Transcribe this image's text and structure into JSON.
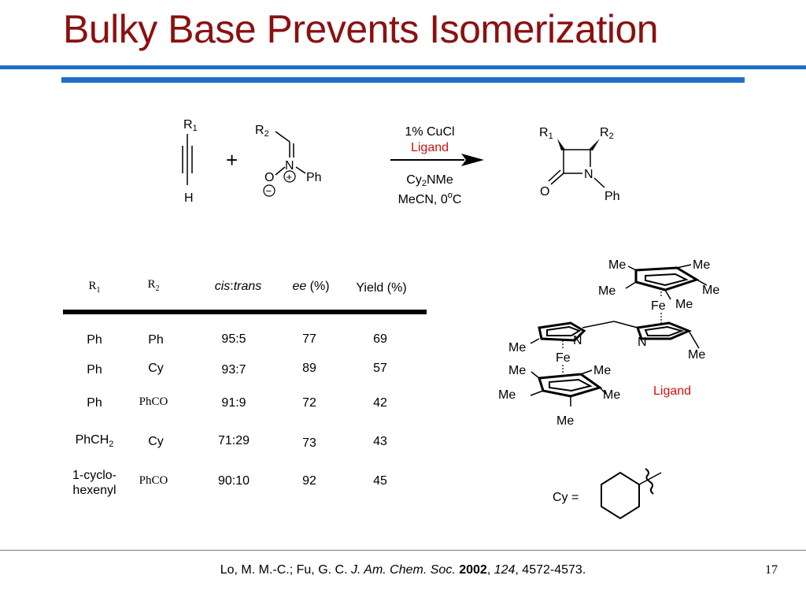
{
  "slide": {
    "title": "Bulky Base Prevents Isomerization",
    "page_number": "17"
  },
  "scheme": {
    "alkyne_r": "R",
    "alkyne_r_sub": "1",
    "alkyne_h": "H",
    "plus": "+",
    "nitrone_r": "R",
    "nitrone_r_sub": "2",
    "nitrone_n": "N",
    "nitrone_o": "O",
    "nitrone_ph": "Ph",
    "plus_charge": "+",
    "minus_charge": "−",
    "cond_1": "1% CuCl",
    "cond_2": "Ligand",
    "cond_3_a": "Cy",
    "cond_3_sub": "2",
    "cond_3_b": "NMe",
    "cond_4_a": "MeCN, 0",
    "cond_4_sup": "o",
    "cond_4_b": "C",
    "prod_r1": "R",
    "prod_r1_sub": "1",
    "prod_r2": "R",
    "prod_r2_sub": "2",
    "prod_o": "O",
    "prod_n": "N",
    "prod_ph": "Ph"
  },
  "table": {
    "headers": {
      "r1": "R",
      "r1_sub": "1",
      "r2": "R",
      "r2_sub": "2",
      "cistrans_a": "cis",
      "cistrans_colon": ":",
      "cistrans_b": "trans",
      "ee_a": "ee",
      "ee_b": " (%)",
      "yield": "Yield (%)"
    },
    "rows": [
      {
        "r1": "Ph",
        "r2": "Ph",
        "ratio": "95:5",
        "ee": "77",
        "yield": "69"
      },
      {
        "r1": "Ph",
        "r2": "Cy",
        "ratio": "93:7",
        "ee": "89",
        "yield": "57"
      },
      {
        "r1": "Ph",
        "r2": "PhCO",
        "ratio": "91:9",
        "ee": "72",
        "yield": "42"
      },
      {
        "r1_a": "PhCH",
        "r1_sub": "2",
        "r2": "Cy",
        "ratio": "71:29",
        "ee": "73",
        "yield": "43"
      },
      {
        "r1_line1": "1-cyclo-",
        "r1_line2": "hexenyl",
        "r2": "PhCO",
        "ratio": "90:10",
        "ee": "92",
        "yield": "45"
      }
    ]
  },
  "ligand": {
    "me": "Me",
    "fe": "Fe",
    "n": "N",
    "label": "Ligand",
    "cy_label": "Cy ="
  },
  "citation": {
    "authors": "Lo, M. M.-C.; Fu, G. C. ",
    "journal": "J. Am. Chem. Soc.",
    "year": "2002",
    "sep1": ", ",
    "volume": "124",
    "pages": ", 4572-4573."
  },
  "colors": {
    "title": "#8b1010",
    "rule": "#1f6fc5",
    "ligand_red": "#d01010"
  }
}
